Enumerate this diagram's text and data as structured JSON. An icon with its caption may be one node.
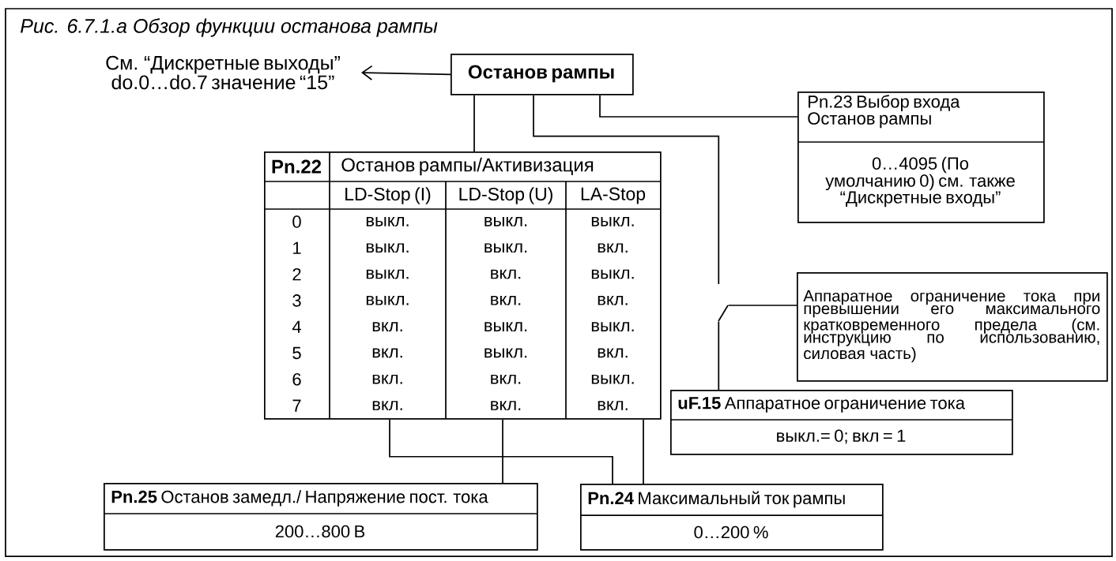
{
  "diagram": {
    "title": "Рис. 6.7.1.a    Обзор функции останова рампы",
    "nodes": [
      {
        "text": [
          "Останов рампы"
        ]
      },
      {
        "text": [
          "См. “Дискретные выходы” do.0…do.7 значение “15”"
        ]
      },
      {
        "text": [
          "Pn.22",
          "Останов рампы/Активизация",
          "LD-Stop (I)",
          "LD-Stop (U)",
          "LA-Stop",
          "0",
          "выкл.",
          "выкл.",
          "выкл.",
          "1",
          "выкл.",
          "выкл.",
          "вкл.",
          "2",
          "выкл.",
          "вкл.",
          "выкл.",
          "3",
          "выкл.",
          "вкл.",
          "вкл.",
          "4",
          "вкл.",
          "выкл.",
          "выкл.",
          "5",
          "вкл.",
          "выкл.",
          "вкл.",
          "6",
          "вкл.",
          "вкл.",
          "выкл.",
          "7",
          "вкл.",
          "вкл.",
          "вкл."
        ]
      },
      {
        "text": [
          "Pn.23 Выбор входа Останов рампы",
          "0…4095 (По умолчанию 0) см. также “Дискретные входы”"
        ]
      },
      {
        "text": [
          "Аппаратное ограничение тока при превышении его максимального кратковременного предела (см. инструкцию по использованию, силовая часть)"
        ]
      },
      {
        "text": [
          "**uF.15** Аппаратное ограничение тока",
          "выкл.= 0; вкл = 1"
        ]
      },
      {
        "text": [
          "**Pn.25** Останов замедл./ Напряжение пост. тока",
          "200…800 В"
        ]
      },
      {
        "text": [
          "**Pn.24** Максимальный ток рампы",
          "0…200 %"
        ]
      },
      {
        "text": [],
        "shape": "switch"
      }
    ],
    "edges": [
      {
        "from": 0,
        "to": 1,
        "arrow": "to"
      },
      {
        "from": 0,
        "to": 2,
        "arrow": "none"
      },
      {
        "from": 0,
        "to": 3,
        "arrow": "none"
      },
      {
        "from": 0,
        "to": 8,
        "arrow": "none"
      },
      {
        "from": 8,
        "to": 5,
        "arrow": "none"
      },
      {
        "from": 4,
        "to": 8,
        "arrow": "none"
      },
      {
        "from": 2,
        "to": 7,
        "arrow": "none"
      },
      {
        "from": 2,
        "to": 6,
        "arrow": "none"
      },
      {
        "from": 2,
        "to": 7,
        "arrow": "none"
      }
    ]
  }
}
